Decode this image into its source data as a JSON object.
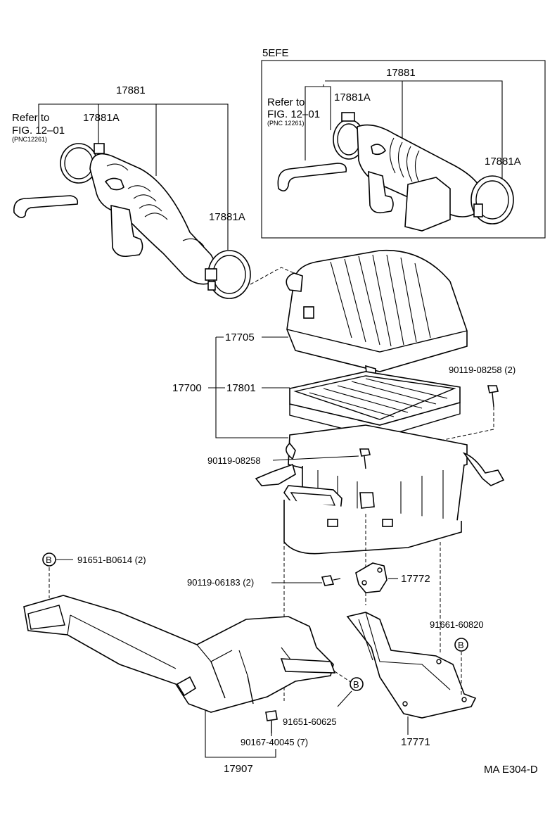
{
  "diagram_code": "MA E304-D",
  "variant_box": {
    "title": "5EFE"
  },
  "labels": {
    "hose_main": "17881",
    "hose_main_5efe": "17881",
    "clamp_left": "17881A",
    "clamp_right": "17881A",
    "clamp_left_5efe": "17881A",
    "clamp_right_5efe": "17881A",
    "refer_line1": "Refer to",
    "refer_line2": "FIG. 12–01",
    "refer_line3": "(PNC12261)",
    "refer5_line1": "Refer to",
    "refer5_line2": "FIG. 12–01",
    "refer5_line3": "(PNC 12261)",
    "cap": "17705",
    "assembly": "17700",
    "element": "17801",
    "bolt_top_right": "90119-08258 (2)",
    "bolt_mid": "90119-08258",
    "clip_b": "91651-B0614 (2)",
    "bolt_small": "90119-06183 (2)",
    "bracket_small": "17772",
    "bolt_b_right": "91661-60820",
    "clip_lower": "91651-60625",
    "screw_lower": "90167-40045 (7)",
    "duct": "17907",
    "bracket_large": "17771",
    "b_marker": "B"
  }
}
